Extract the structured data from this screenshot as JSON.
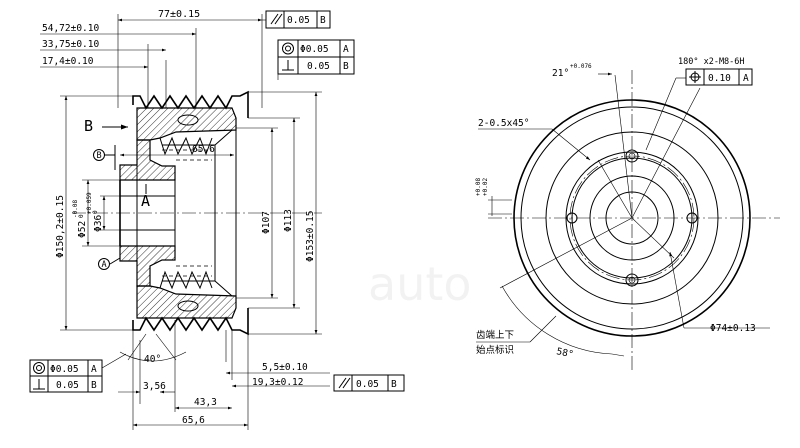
{
  "side_view": {
    "dims": {
      "d_77": "77±0.15",
      "d_54_72": "54,72±0.10",
      "d_33_75": "33,75±0.10",
      "d_17_4": "17,4±0.10",
      "d_150_2": "Φ150,2±0.15",
      "d_52": "Φ52",
      "d_52_tol_up": "-0.08",
      "d_52_tol_lo": "0",
      "d_36": "Φ36",
      "d_36_tol_up": "+0.059",
      "d_36_tol_lo": "0",
      "d_107": "Φ107",
      "d_113": "Φ113",
      "d_153": "Φ153±0.15",
      "d_65_6_top": "65,6",
      "d_5_5": "5,5±0.10",
      "d_19_3": "19,3±0.12",
      "d_3_56": "3,56",
      "d_43_3": "43,3",
      "d_65_6_bot": "65,6",
      "angle_40": "40°"
    },
    "labels": {
      "section_b": "B",
      "datum_a": "A",
      "datum_b_circle": "B",
      "datum_a_circle": "A"
    },
    "gdt": {
      "top_parallel": {
        "value": "0.05",
        "datum": "B"
      },
      "top_conc": {
        "value": "Φ0.05",
        "datum": "A"
      },
      "top_perp": {
        "value": "0.05",
        "datum": "B"
      },
      "bot_conc": {
        "value": "Φ0.05",
        "datum": "A"
      },
      "bot_perp": {
        "value": "0.05",
        "datum": "B"
      },
      "bot_parallel": {
        "value": "0.05",
        "datum": "B"
      }
    }
  },
  "front_view": {
    "dims": {
      "angle_21": "21°",
      "angle_21_tol": "+0.076",
      "hole_spec": "180° x2-M8-6H",
      "chamfer": "2-0.5x45°",
      "d_74": "Φ74±0.13",
      "angle_58": "58°",
      "vtol_up": "+0.08",
      "vtol_lo": "+0.02"
    },
    "gdt": {
      "position": {
        "value": "0.10",
        "datum": "A"
      }
    },
    "notes": {
      "line1": "齿端上下",
      "line2": "始点标识"
    }
  },
  "watermark": "auto"
}
